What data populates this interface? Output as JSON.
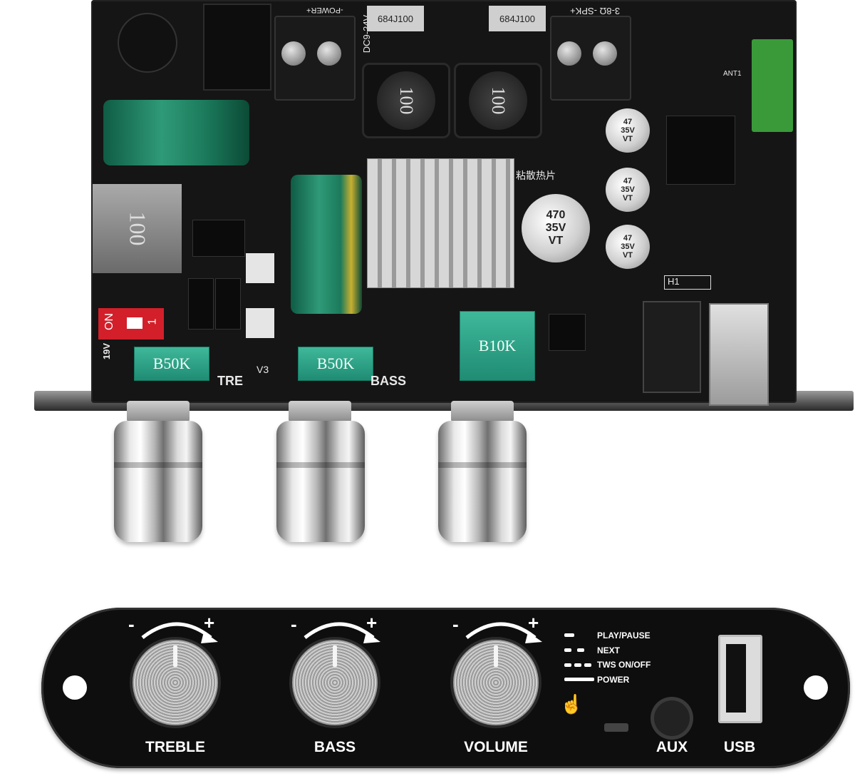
{
  "board": {
    "pot_labels": [
      "B50K",
      "B50K",
      "B10K"
    ],
    "pcb_labels": {
      "tre": "TRE",
      "version": "V3",
      "bass": "BASS",
      "power": "-POWER+",
      "speaker": "3-8Ω -SPK+",
      "voltage": "DC9-24V",
      "heatsink_note": "粘散热片",
      "switch_on": "ON",
      "switch_num": "1",
      "volt_19": "19V",
      "inductor_large": "100",
      "inductor_small": "100",
      "film_cap": "684J100",
      "big_cap": [
        "470",
        "35V",
        "VT"
      ],
      "small_cap": [
        "47",
        "35V",
        "VT"
      ],
      "h1": "H1",
      "ant": "ANT1"
    }
  },
  "panel": {
    "knobs": [
      {
        "label": "TREBLE"
      },
      {
        "label": "BASS"
      },
      {
        "label": "VOLUME"
      }
    ],
    "adjust_minus": "-",
    "adjust_plus": "+",
    "functions": [
      "PLAY/PAUSE",
      "NEXT",
      "TWS ON/OFF",
      "POWER"
    ],
    "aux_label": "AUX",
    "usb_label": "USB"
  }
}
